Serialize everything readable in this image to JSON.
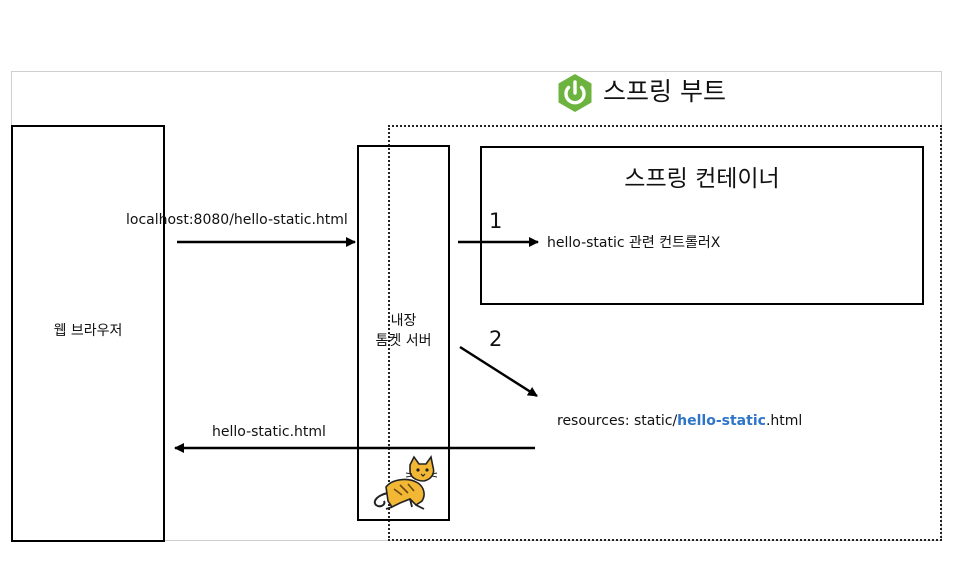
{
  "spring_boot": {
    "title": "스프링 부트"
  },
  "browser": {
    "label": "웹 브라우저"
  },
  "tomcat": {
    "line1": "내장",
    "line2": "톰켓 서버"
  },
  "container": {
    "title": "스프링 컨테이너"
  },
  "request": {
    "url": "localhost:8080/hello-static.html"
  },
  "steps": {
    "step1_number": "1",
    "step1_label": "hello-static 관련 컨트롤러X",
    "step2_number": "2",
    "step2_prefix": "resources: static/",
    "step2_highlight": "hello-static",
    "step2_suffix": ".html"
  },
  "response": {
    "label": "hello-static.html"
  },
  "colors": {
    "spring_green": "#6db33f",
    "highlight_blue": "#2e75c9",
    "tomcat_yellow": "#f2b735"
  },
  "icons": {
    "spring": "spring-power-icon",
    "tomcat": "tomcat-cat-icon"
  }
}
